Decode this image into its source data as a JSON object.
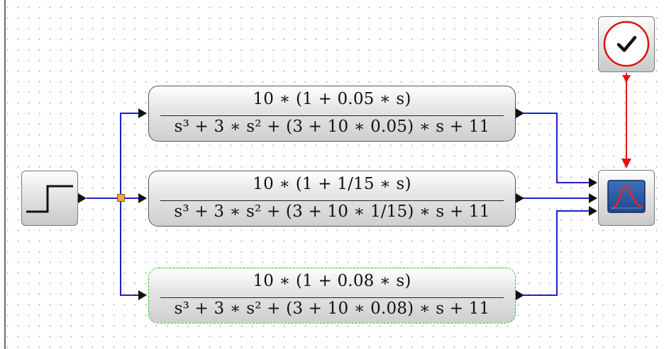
{
  "diagram": {
    "blocks": [
      {
        "id": "step-source",
        "icon": "step-function-icon"
      },
      {
        "id": "transfer-function-1",
        "numerator": "10 ∗ (1 + 0.05 ∗ s)",
        "denominator": "s³ + 3 ∗ s² + (3 + 10 ∗ 0.05) ∗ s + 11"
      },
      {
        "id": "transfer-function-2",
        "numerator": "10 ∗ (1 + 1/15 ∗ s)",
        "denominator": "s³ + 3 ∗ s² + (3 + 10 ∗ 1/15) ∗ s + 11"
      },
      {
        "id": "transfer-function-3",
        "numerator": "10 ∗ (1 + 0.08 ∗ s)",
        "denominator": "s³ + 3 ∗ s² + (3 + 10 ∗ 0.08) ∗ s + 11",
        "selected": true
      },
      {
        "id": "clock",
        "icon": "clock-checkmark-icon"
      },
      {
        "id": "scope",
        "icon": "scope-display-icon"
      }
    ],
    "colors": {
      "signal_link": "#1a22cc",
      "activation_link": "#ee1111",
      "selection_outline": "#22cc22",
      "split_point": "#f3a63a",
      "scope_screen": "#1f4f9a"
    }
  }
}
